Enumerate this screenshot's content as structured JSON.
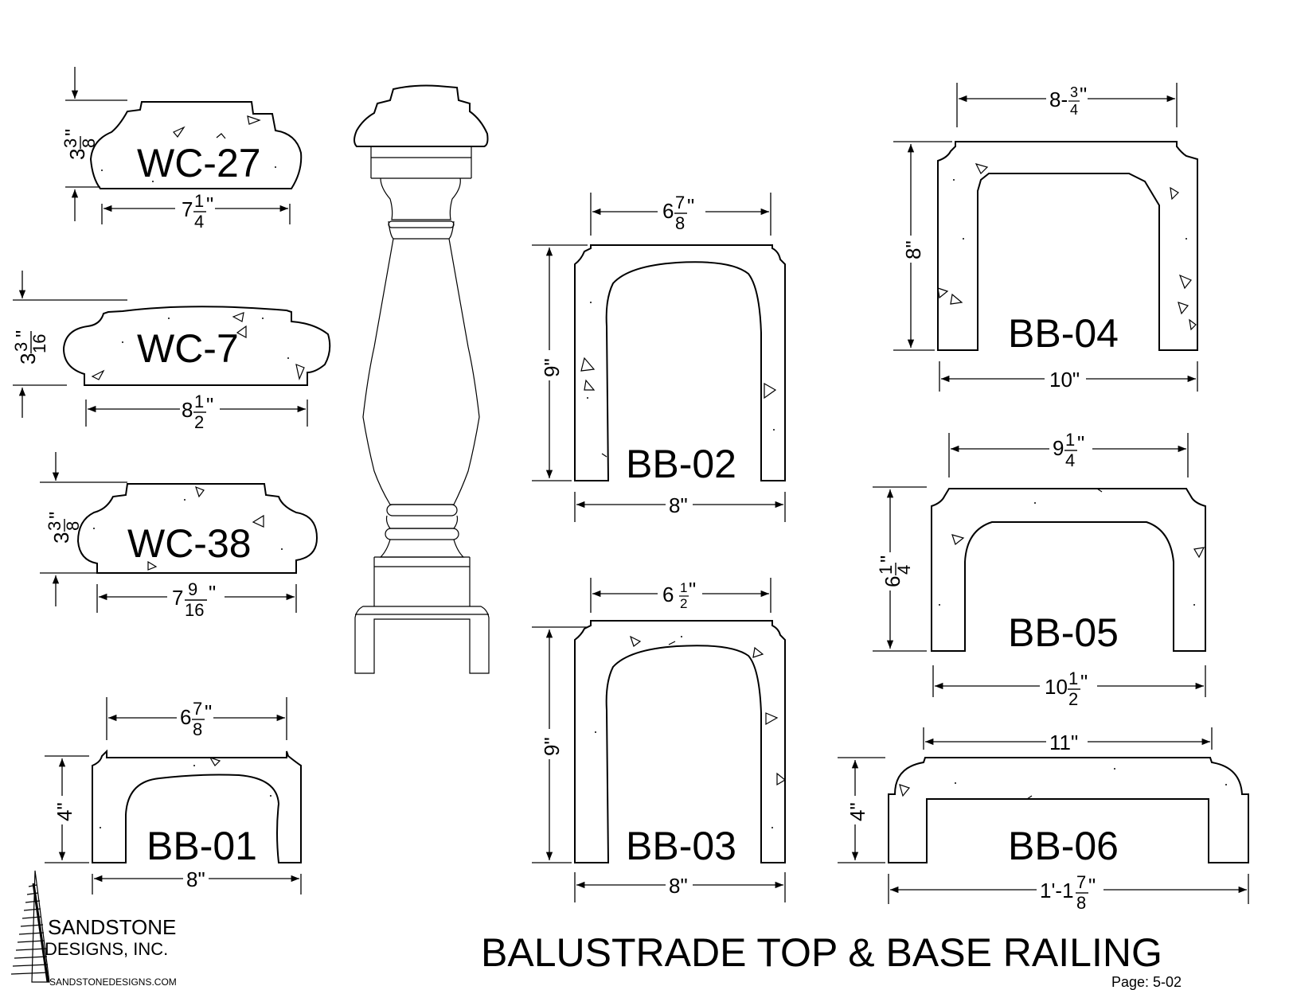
{
  "title": "BALUSTRADE TOP & BASE RAILING",
  "page": "Page: 5-02",
  "company": {
    "line1": "SANDSTONE",
    "line2": "DESIGNS, INC.",
    "url": "SANDSTONEDESIGNS.COM"
  },
  "profiles": {
    "wc27": {
      "label": "WC-27",
      "width_whole": "7",
      "width_num": "1",
      "width_den": "4",
      "height_whole": "3",
      "height_num": "3",
      "height_den": "8"
    },
    "wc7": {
      "label": "WC-7",
      "width_whole": "8",
      "width_num": "1",
      "width_den": "2",
      "height_whole": "3",
      "height_num": "3",
      "height_den": "16"
    },
    "wc38": {
      "label": "WC-38",
      "width_whole": "7",
      "width_num": "9",
      "width_den": "16",
      "height_whole": "3",
      "height_num": "3",
      "height_den": "8"
    },
    "bb01": {
      "label": "BB-01",
      "top_whole": "6",
      "top_num": "7",
      "top_den": "8",
      "bottom": "8\"",
      "height": "4\""
    },
    "bb02": {
      "label": "BB-02",
      "top_whole": "6",
      "top_num": "7",
      "top_den": "8",
      "bottom": "8\"",
      "height": "9\""
    },
    "bb03": {
      "label": "BB-03",
      "top_whole": "6",
      "top_num": "1",
      "top_den": "2",
      "bottom": "8\"",
      "height": "9\""
    },
    "bb04": {
      "label": "BB-04",
      "top": "8-",
      "top_num": "3",
      "top_den": "4",
      "bottom": "10\"",
      "height": "8\""
    },
    "bb05": {
      "label": "BB-05",
      "top_whole": "9",
      "top_num": "1",
      "top_den": "4",
      "bottom_whole": "10",
      "bottom_num": "1",
      "bottom_den": "2",
      "height_whole": "6",
      "height_num": "1",
      "height_den": "4"
    },
    "bb06": {
      "label": "BB-06",
      "top": "11\"",
      "bottom": "1'-1",
      "bottom_num": "7",
      "bottom_den": "8",
      "height": "4\""
    }
  },
  "inch_mark": "\""
}
